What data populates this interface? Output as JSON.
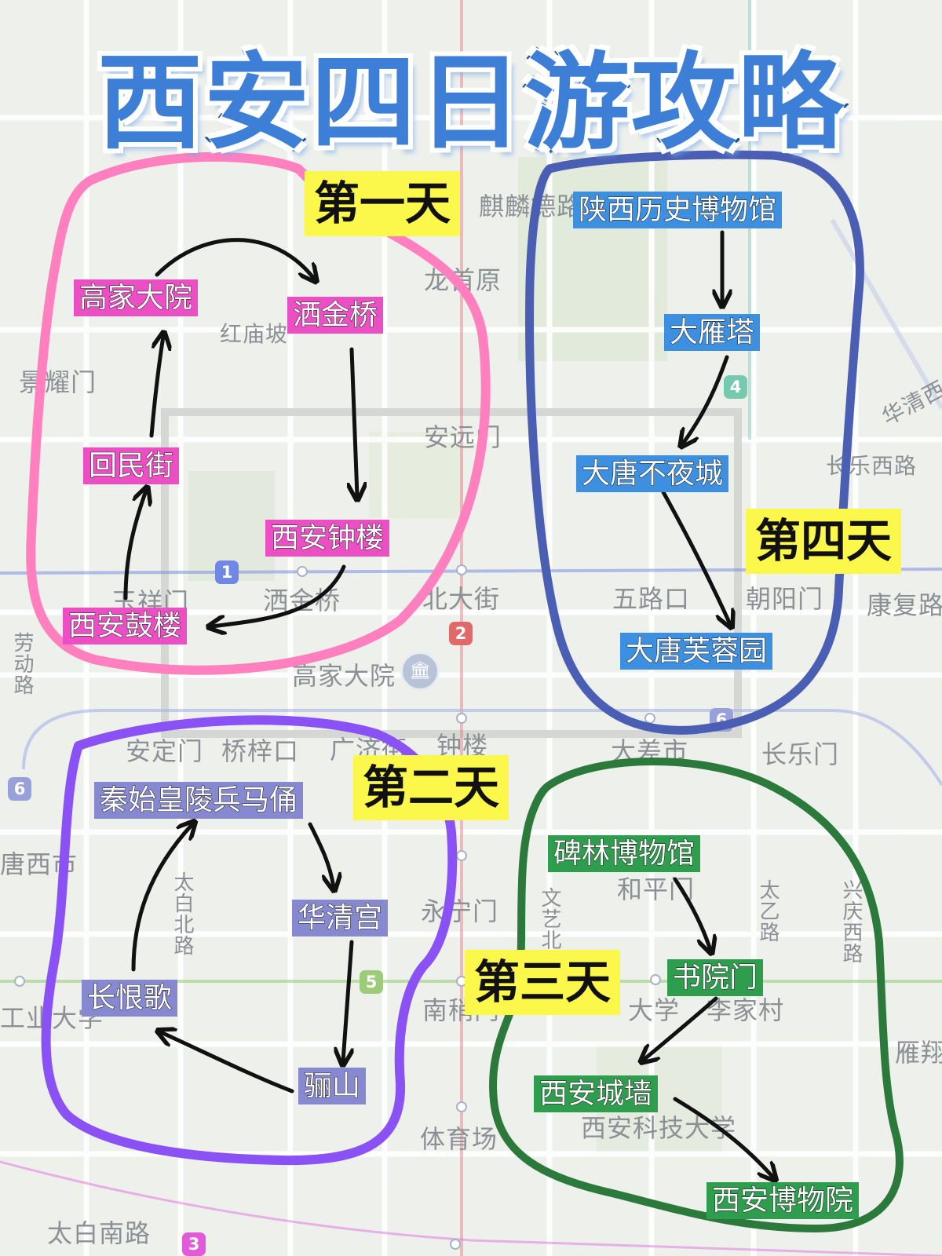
{
  "title": "西安四日游攻略",
  "colors": {
    "day1": "#ff7fbf",
    "day2": "#8a52f5",
    "day3": "#2b7a3c",
    "day4": "#4a5fb4",
    "title_fill": "#3d7ed6",
    "label_bg": "#fbf74b"
  },
  "days": [
    {
      "label": "第一天",
      "stops": [
        "高家大院",
        "洒金桥",
        "西安钟楼",
        "西安鼓楼",
        "回民街"
      ]
    },
    {
      "label": "第二天",
      "stops": [
        "秦始皇陵兵马俑",
        "华清宫",
        "骊山",
        "长恨歌"
      ]
    },
    {
      "label": "第三天",
      "stops": [
        "碑林博物馆",
        "书院门",
        "西安城墙",
        "西安博物院"
      ]
    },
    {
      "label": "第四天",
      "stops": [
        "陕西历史博物馆",
        "大雁塔",
        "大唐不夜城",
        "大唐芙蓉园"
      ]
    }
  ],
  "map_labels": [
    "麒麟德路",
    "龙首原",
    "红庙坡",
    "景耀门",
    "安远门",
    "华清西",
    "长乐西路",
    "五路口",
    "北大街",
    "洒金桥",
    "玉祥门",
    "劳动路",
    "朝阳门",
    "康复路",
    "高家大院",
    "钟楼",
    "安定门",
    "桥梓口",
    "广济街",
    "大差市",
    "长乐门",
    "唐西市",
    "永宁门",
    "和平门",
    "太白北路",
    "文艺北路",
    "太乙路",
    "兴庆西路",
    "大学",
    "李家村",
    "雁翔",
    "南稍门",
    "工业大学",
    "西安科技大学",
    "体育场",
    "太白南路"
  ],
  "metro_badges": [
    "1",
    "2",
    "3",
    "4",
    "5",
    "6",
    "6"
  ]
}
